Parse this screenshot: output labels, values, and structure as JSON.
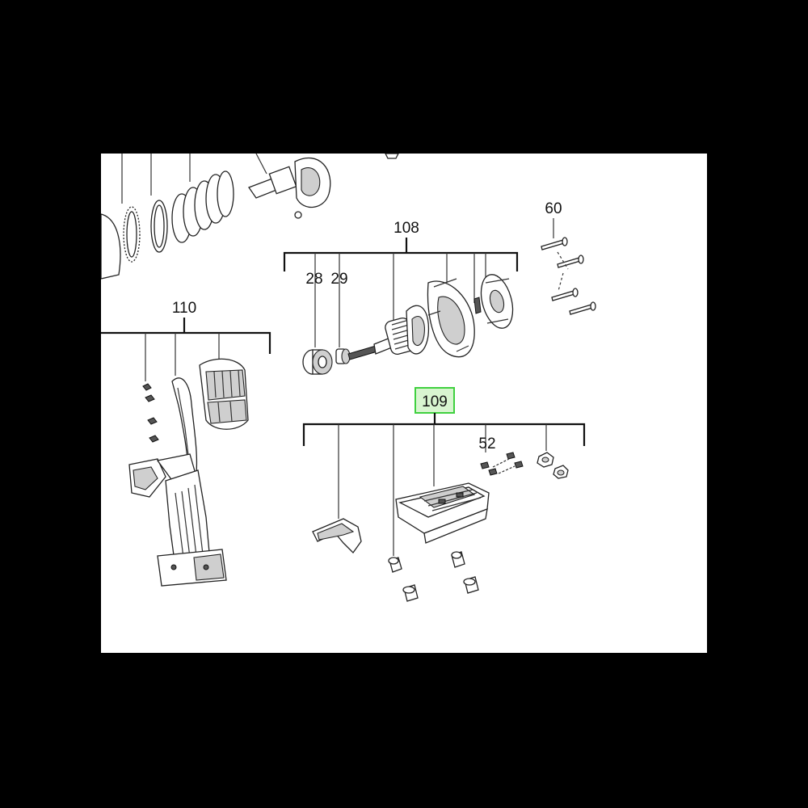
{
  "diagram": {
    "labels": {
      "l108": "108",
      "l28": "28",
      "l29": "29",
      "l60": "60",
      "l110": "110",
      "l109": "109",
      "l52": "52"
    },
    "highlight": {
      "item": "109",
      "color": "#3fd03f",
      "fill": "#d8f5d0"
    }
  }
}
